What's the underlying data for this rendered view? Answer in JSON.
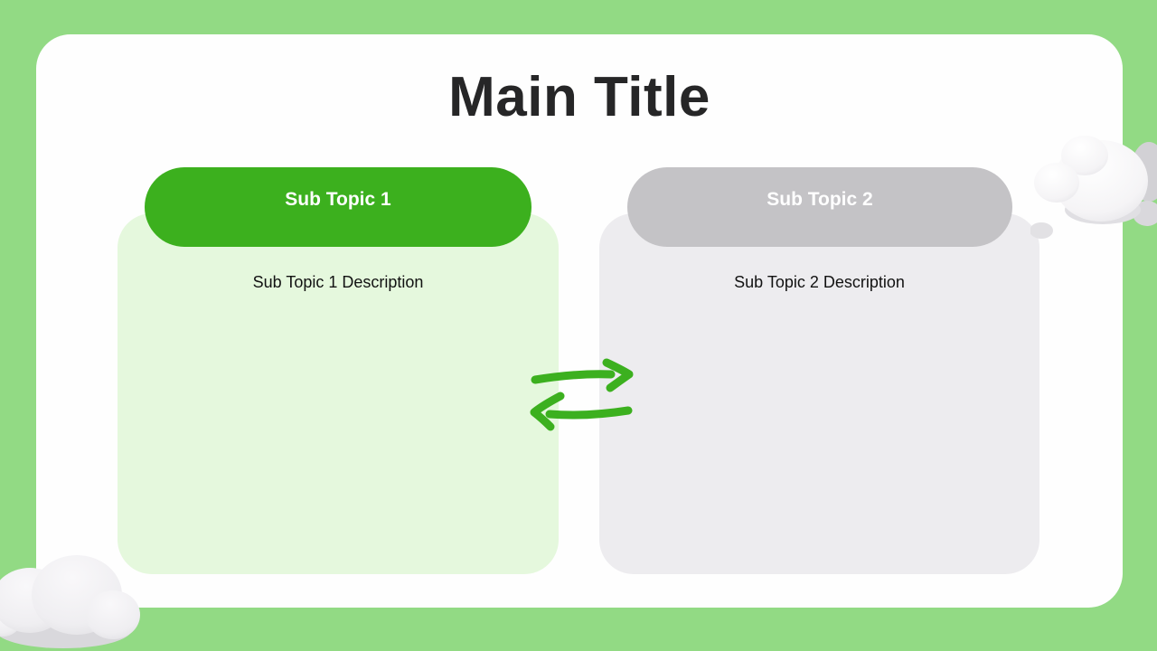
{
  "slide": {
    "title": "Main Title",
    "topics": [
      {
        "label": "Sub Topic 1",
        "description": "Sub Topic 1 Description",
        "header_color": "#3cb01e",
        "panel_color": "#e5f8dd",
        "label_color": "#ffffff"
      },
      {
        "label": "Sub Topic 2",
        "description": "Sub Topic 2 Description",
        "header_color": "#c4c3c6",
        "panel_color": "#edecef",
        "label_color": "#ffffff"
      }
    ],
    "icons": {
      "swap_arrows": "swap-arrows-icon",
      "cloud_top_right": "cloud-icon",
      "cloud_bottom_left": "cloud-icon"
    },
    "colors": {
      "background": "#92da84",
      "card": "#fefefe",
      "title_text": "#262627",
      "description_text": "#121212",
      "arrow": "#3cb01f",
      "cloud_light": "#f7f6f8",
      "cloud_shadow": "#d6d5d9"
    }
  }
}
